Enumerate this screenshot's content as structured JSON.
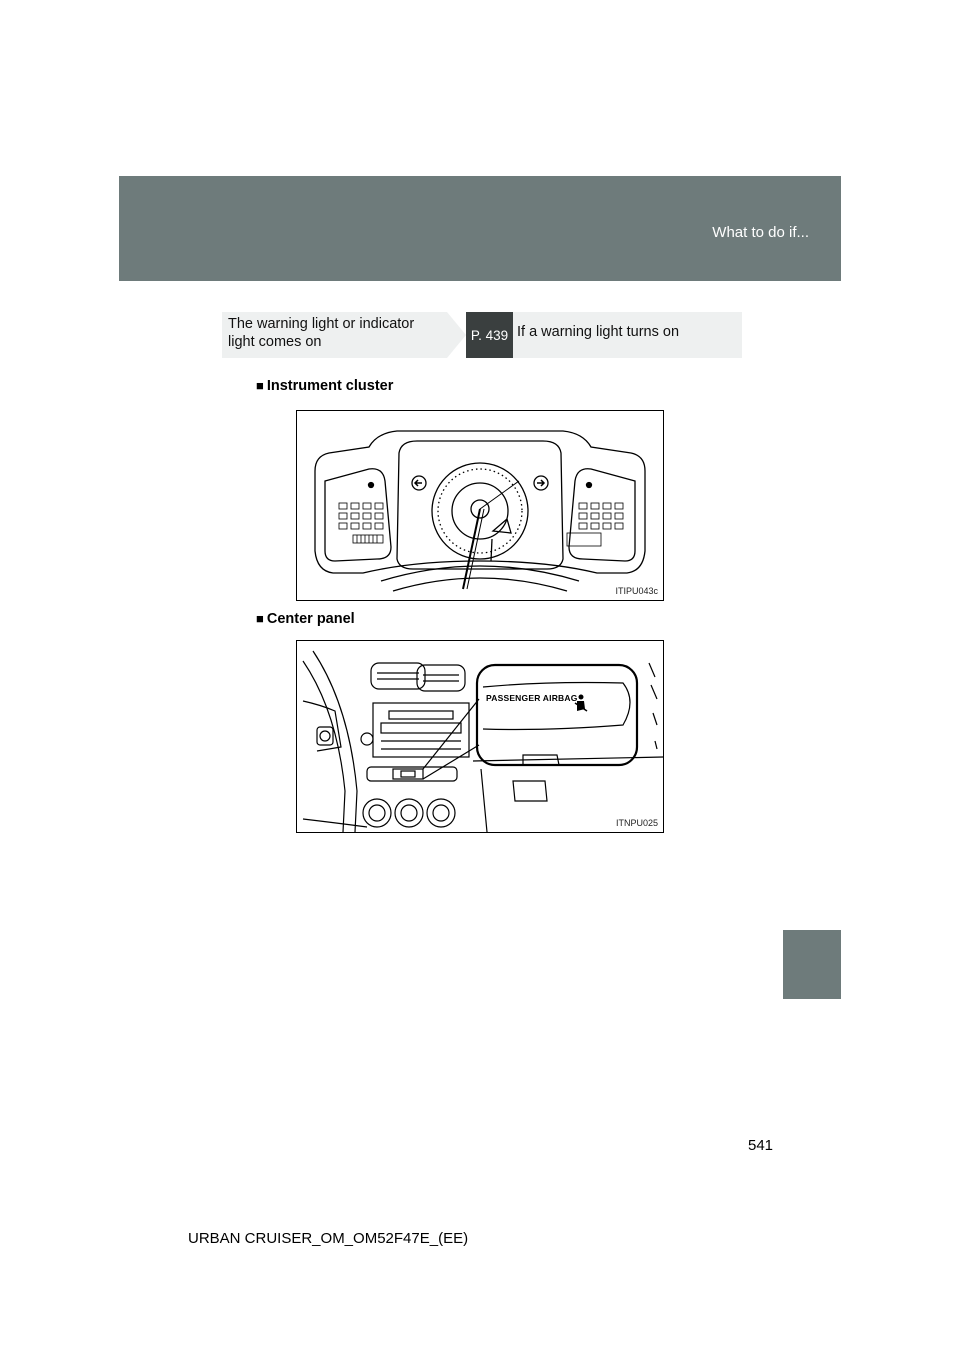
{
  "header": {
    "section_title": "What to do if..."
  },
  "cross_reference": {
    "condition": "The warning light or indicator light comes on",
    "page_ref": "P. 439",
    "action": "If a warning light turns on"
  },
  "sections": [
    {
      "heading": "Instrument cluster",
      "figure_code": "ITIPU043c"
    },
    {
      "heading": "Center panel",
      "figure_code": "ITNPU025",
      "callout_label": "PASSENGER  AIRBAG"
    }
  ],
  "page_number": "541",
  "footer": "URBAN CRUISER_OM_OM52F47E_(EE)",
  "colors": {
    "band": "#6e7b7b",
    "page_ref_bg": "#3a3f3f",
    "xref_bg": "#eef0f0"
  }
}
